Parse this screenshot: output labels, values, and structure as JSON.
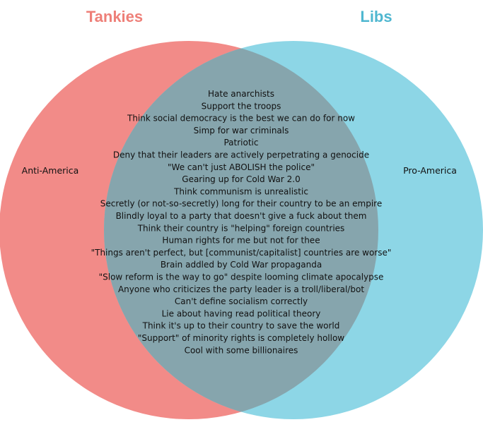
{
  "sets": {
    "left": {
      "title": "Tankies",
      "label": "Anti-America",
      "color": "#f28b88",
      "title_color": "#ee7f78"
    },
    "right": {
      "title": "Libs",
      "label": "Pro-America",
      "color": "#8dd6e6",
      "title_color": "#4fb7d0"
    }
  },
  "overlap": {
    "color": "#86a5ad",
    "items": [
      "Hate anarchists",
      "Support the troops",
      "Think social democracy is the best we can do for now",
      "Simp for war criminals",
      "Patriotic",
      "Deny that their leaders are actively perpetrating a genocide",
      "\"We can't just ABOLISH the police\"",
      "Gearing up for Cold War 2.0",
      "Think communism is unrealistic",
      "Secretly (or not-so-secretly) long for their country to be an empire",
      "Blindly loyal to a party that doesn't give a fuck about them",
      "Think their country is \"helping\" foreign countries",
      "Human rights for me but not for thee",
      "\"Things aren't perfect, but [communist/capitalist] countries are worse\"",
      "Brain addled by Cold War propaganda",
      "\"Slow reform is the way to go\" despite looming climate apocalypse",
      "Anyone who criticizes the party leader is a troll/liberal/bot",
      "Can't define socialism correctly",
      "Lie about having read political theory",
      "Think it's up to their country to save the world",
      "\"Support\" of minority rights is completely hollow",
      "Cool with some billionaires"
    ]
  }
}
